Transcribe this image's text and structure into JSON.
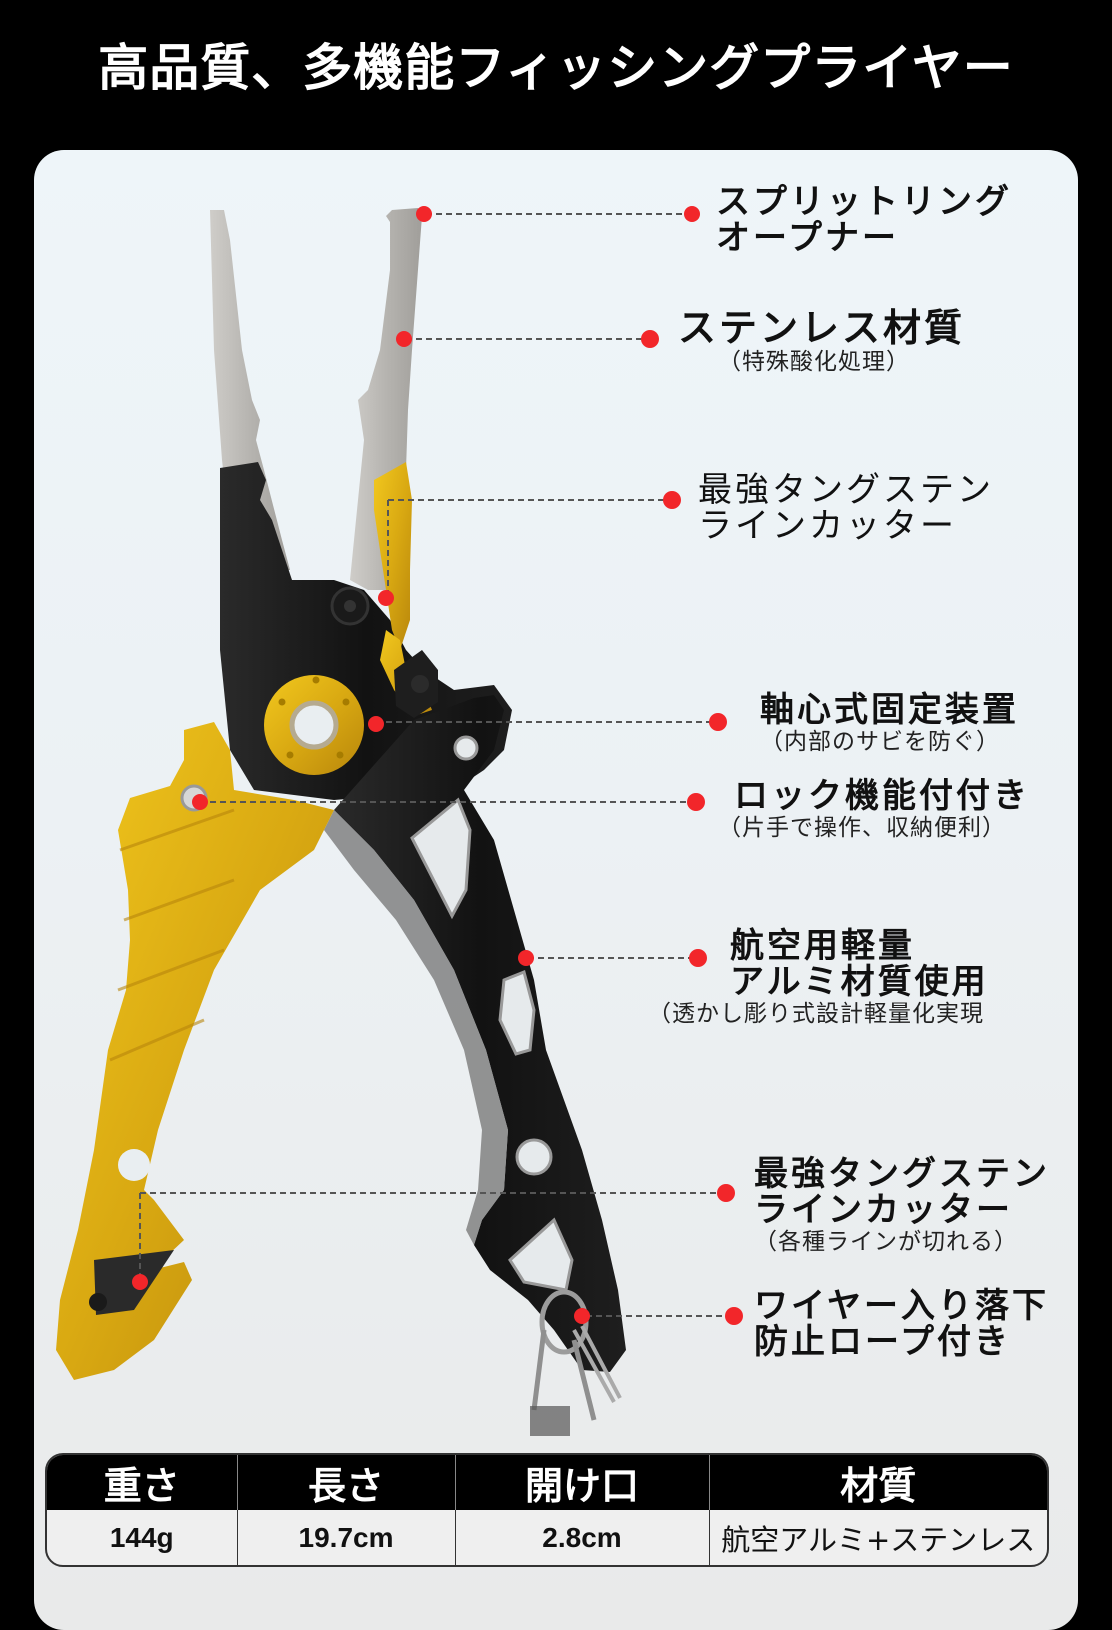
{
  "title": "高品質、多機能フィッシングプライヤー",
  "colors": {
    "background": "#000000",
    "card": "#eef4f8",
    "accent_dot": "#f2262a",
    "gold": "#d9a912",
    "black_handle": "#141414",
    "steel": "#b9b7b3"
  },
  "callouts": [
    {
      "id": "split-ring-opener",
      "main": [
        "スプリットリング",
        "オープナー"
      ],
      "sub": ""
    },
    {
      "id": "stainless-material",
      "main": [
        "ステンレス材質"
      ],
      "sub": "（特殊酸化処理）"
    },
    {
      "id": "tungsten-line-cutter-top",
      "main": [
        "最強タングステン",
        "ラインカッター"
      ],
      "sub": ""
    },
    {
      "id": "axial-fixing-device",
      "main": [
        "軸心式固定装置"
      ],
      "sub": "（内部のサビを防ぐ）"
    },
    {
      "id": "lock-function",
      "main": [
        "ロック機能付付き"
      ],
      "sub": "（片手で操作、収納便利）"
    },
    {
      "id": "aviation-aluminum",
      "main": [
        "航空用軽量",
        "アルミ材質使用"
      ],
      "sub": "（透かし彫り式設計軽量化実現"
    },
    {
      "id": "tungsten-line-cutter-bottom",
      "main": [
        "最強タングステン",
        "ラインカッター"
      ],
      "sub": "（各種ラインが切れる）"
    },
    {
      "id": "wire-lanyard",
      "main": [
        "ワイヤー入り落下",
        "防止ロープ付き"
      ],
      "sub": ""
    }
  ],
  "spec_table": {
    "headers": [
      "重さ",
      "長さ",
      "開け口",
      "材質"
    ],
    "values": [
      "144g",
      "19.7cm",
      "2.8cm",
      "航空アルミ+ステンレス"
    ]
  }
}
